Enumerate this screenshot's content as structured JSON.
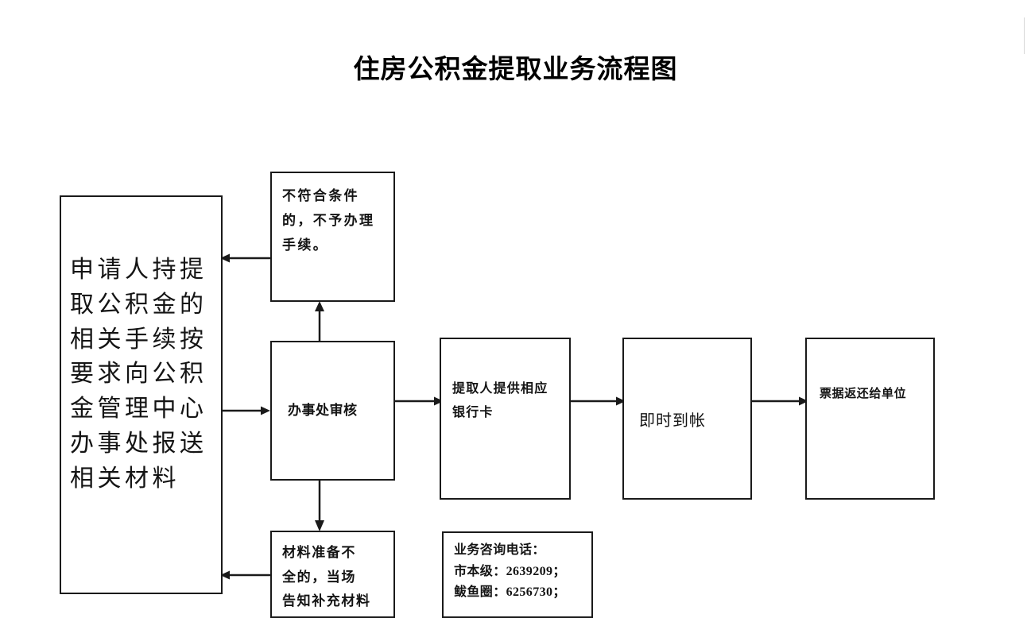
{
  "document": {
    "title": "住房公积金提取业务流程图"
  },
  "flowchart": {
    "type": "flowchart",
    "orientation": "left-to-right",
    "nodes": [
      {
        "id": "applicant",
        "name": "applicant-submission-box",
        "text": "申请人持提\n取公积金的\n相关手续按\n要求向公积\n金管理中心\n办事处报送\n相关材料",
        "shape": "rectangle"
      },
      {
        "id": "rejected",
        "name": "not-eligible-box",
        "text": "不符合条件\n的，不予办理\n手续。",
        "shape": "rectangle"
      },
      {
        "id": "review",
        "name": "office-review-box",
        "text": "办事处审核",
        "shape": "rectangle"
      },
      {
        "id": "bankcard",
        "name": "provide-bank-card-box",
        "text": "提取人提供相应\n银行卡",
        "shape": "rectangle"
      },
      {
        "id": "instant",
        "name": "instant-arrival-box",
        "text": "即时到帐",
        "shape": "rectangle"
      },
      {
        "id": "receipt",
        "name": "receipt-return-box",
        "text": "票据返还给单位",
        "shape": "rectangle"
      },
      {
        "id": "incomplete",
        "name": "incomplete-materials-box",
        "text": "材料准备不\n全的，当场\n告知补充材料",
        "shape": "rectangle"
      },
      {
        "id": "contact",
        "name": "contact-info-box",
        "text": "业务咨询电话：\n市本级：2639209；\n鲅鱼圈：6256730；",
        "shape": "rectangle"
      }
    ],
    "edges": [
      {
        "from": "applicant",
        "to": "review",
        "direction": "right",
        "label": ""
      },
      {
        "from": "review",
        "to": "rejected",
        "direction": "up",
        "label": ""
      },
      {
        "from": "rejected",
        "to": "applicant",
        "direction": "left",
        "label": ""
      },
      {
        "from": "review",
        "to": "bankcard",
        "direction": "right",
        "label": ""
      },
      {
        "from": "bankcard",
        "to": "instant",
        "direction": "right",
        "label": ""
      },
      {
        "from": "instant",
        "to": "receipt",
        "direction": "right",
        "label": ""
      },
      {
        "from": "review",
        "to": "incomplete",
        "direction": "down",
        "label": ""
      },
      {
        "from": "incomplete",
        "to": "applicant",
        "direction": "left",
        "label": ""
      }
    ],
    "contact_details": {
      "heading": "业务咨询电话：",
      "entries": [
        {
          "office": "市本级",
          "phone": "2639209"
        },
        {
          "office": "鲅鱼圈",
          "phone": "6256730"
        }
      ]
    },
    "colors": {
      "box_border": "#1a1a1a",
      "text": "#141414",
      "background": "#ffffff",
      "connector": "#1a1a1a"
    }
  }
}
